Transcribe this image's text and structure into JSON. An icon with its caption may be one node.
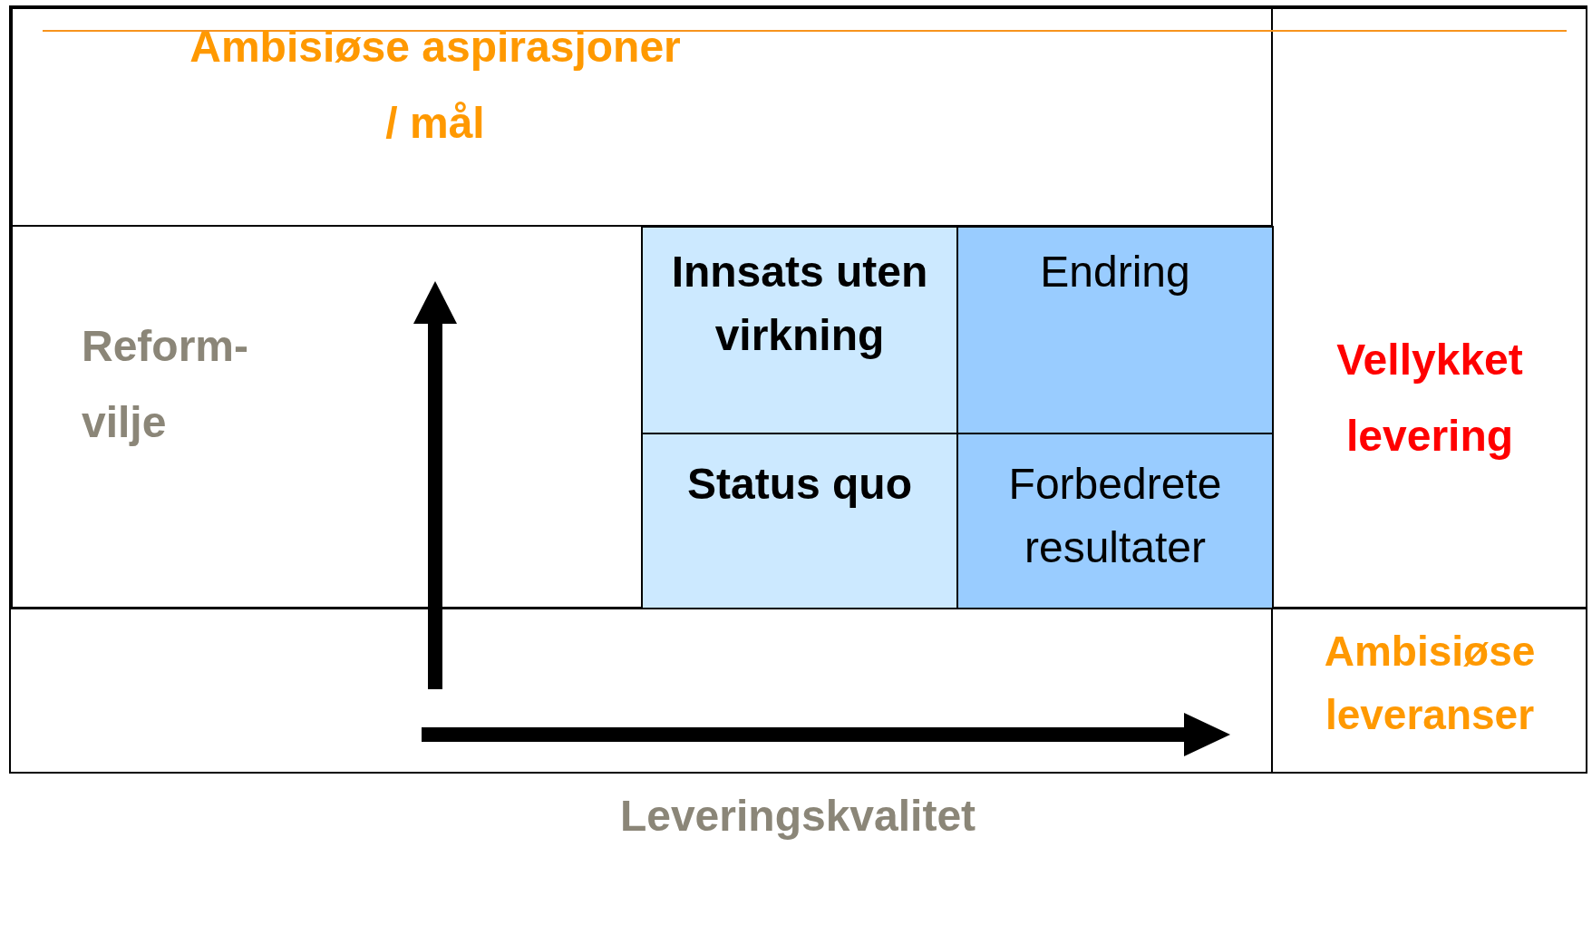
{
  "diagram": {
    "nodes": [
      {
        "text": [
          "Innsats uten virkning"
        ]
      },
      {
        "text": [
          "Endring"
        ]
      },
      {
        "text": [
          "Status quo"
        ]
      },
      {
        "text": [
          "Forbedrete resultater"
        ]
      }
    ],
    "labels": [
      "Ambisiøse aspirasjoner / mål",
      "Reform- vilje",
      "Vellykket levering",
      "Ambisiøse leveranser",
      "Leveringskvalitet"
    ]
  }
}
